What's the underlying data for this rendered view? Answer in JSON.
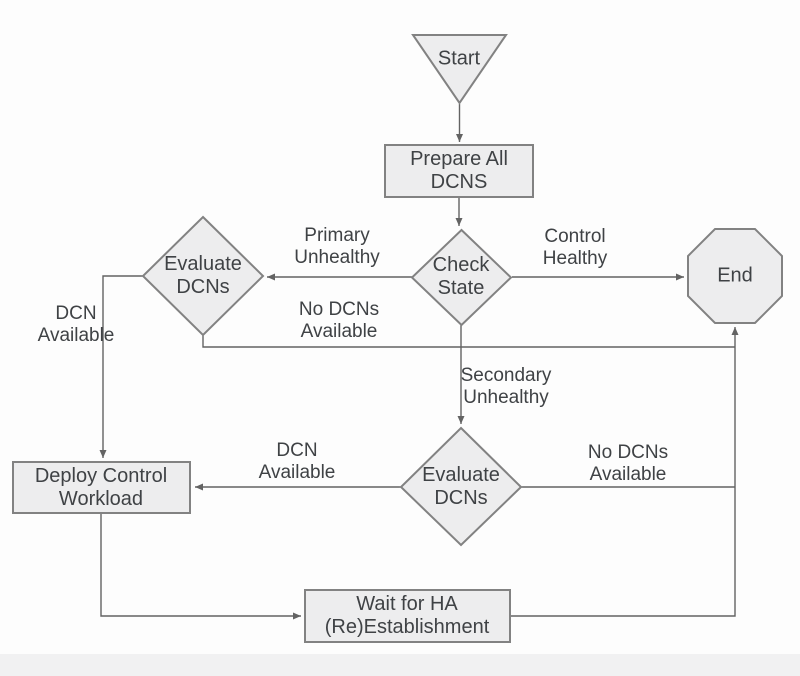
{
  "colors": {
    "canvas-bg": "#fdfdfd",
    "node-fill": "#ededee",
    "node-stroke": "#828282",
    "line": "#636363",
    "text": "#3f4245",
    "footer-band": "#f1f1f2"
  },
  "nodes": {
    "start": "Start",
    "prepare_all_dcns": "Prepare All\nDCNS",
    "check_state": "Check\nState",
    "evaluate_dcns_primary": "Evaluate\nDCNs",
    "end": "End",
    "evaluate_dcns_secondary": "Evaluate\nDCNs",
    "deploy_control_workload": "Deploy Control\nWorkload",
    "wait_for_ha": "Wait for HA\n(Re)Establishment"
  },
  "edge_labels": {
    "primary_unhealthy": "Primary\nUnhealthy",
    "control_healthy": "Control\nHealthy",
    "no_dcns_available_primary": "No DCNs\nAvailable",
    "secondary_unhealthy": "Secondary\nUnhealthy",
    "dcn_available_primary": "DCN\nAvailable",
    "dcn_available_secondary": "DCN\nAvailable",
    "no_dcns_available_secondary": "No DCNs\nAvailable"
  }
}
